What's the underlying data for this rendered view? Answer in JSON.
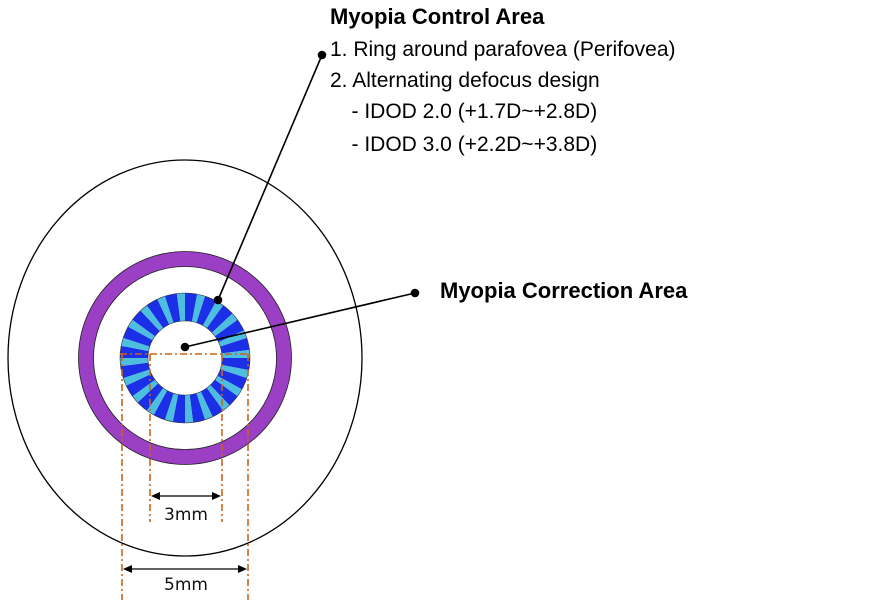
{
  "control_area": {
    "title": "Myopia Control Area",
    "items": [
      "1. Ring around parafovea (Perifovea)",
      "2. Alternating defocus design",
      "   - IDOD 2.0 (+1.7D~+2.8D)",
      "   - IDOD 3.0 (+2.2D~+3.8D)"
    ]
  },
  "correction_area": {
    "title": "Myopia Correction Area"
  },
  "dimensions": {
    "inner": "3mm",
    "outer": "5mm"
  },
  "colors": {
    "outer_ring": "#9b3fc4",
    "segment_blue": "#1a2fe6",
    "segment_cyan": "#4dbde0",
    "dimension_line": "#c8651e"
  },
  "segment_count": 20
}
